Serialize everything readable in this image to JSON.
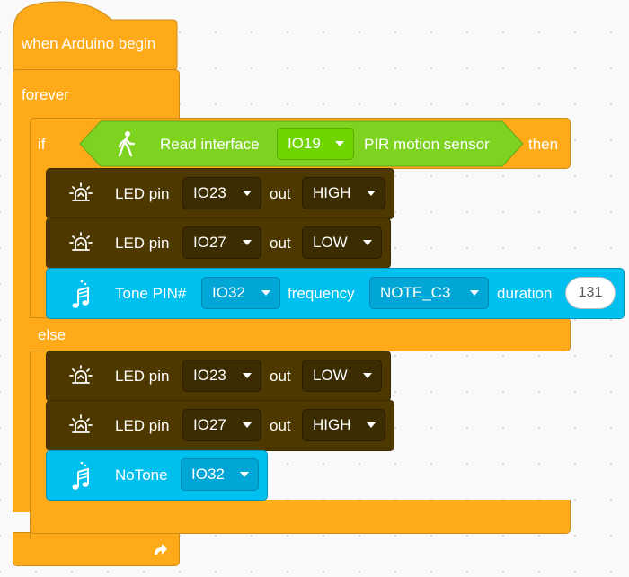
{
  "hat_block": {
    "label": "when Arduino begin"
  },
  "forever_block": {
    "label": "forever"
  },
  "if_block": {
    "if_label": "if",
    "then_label": "then",
    "else_label": "else",
    "condition": {
      "label": "Read interface",
      "pin": "IO19",
      "sensor": "PIR motion sensor"
    }
  },
  "then_branch": [
    {
      "label": "LED pin",
      "pin": "IO23",
      "out_label": "out",
      "level": "HIGH"
    },
    {
      "label": "LED pin",
      "pin": "IO27",
      "out_label": "out",
      "level": "LOW"
    },
    {
      "label": "Tone PIN#",
      "pin": "IO32",
      "freq_label": "frequency",
      "note": "NOTE_C3",
      "duration_label": "duration",
      "duration": "131"
    }
  ],
  "else_branch": [
    {
      "label": "LED pin",
      "pin": "IO23",
      "out_label": "out",
      "level": "LOW"
    },
    {
      "label": "LED pin",
      "pin": "IO27",
      "out_label": "out",
      "level": "HIGH"
    },
    {
      "label": "NoTone",
      "pin": "IO32"
    }
  ],
  "colors": {
    "control": "#ffab19",
    "led": "#4d3800",
    "tone": "#00c0f0",
    "sensor": "#7ed321"
  }
}
